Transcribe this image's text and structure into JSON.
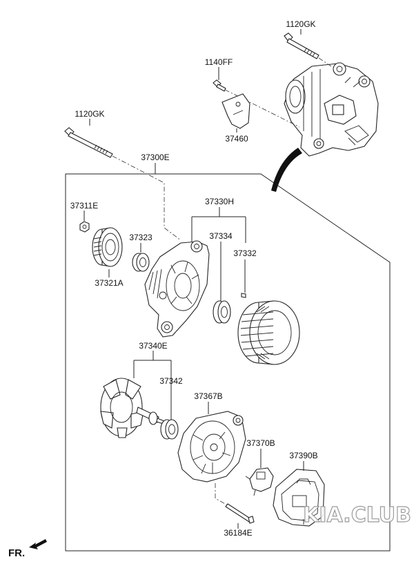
{
  "labels": {
    "p1120gk_top": "1120GK",
    "p1140ff": "1140FF",
    "p37460": "37460",
    "p1120gk_left": "1120GK",
    "p37300e": "37300E",
    "p37311e": "37311E",
    "p37330h": "37330H",
    "p37323": "37323",
    "p37334": "37334",
    "p37332": "37332",
    "p37321a": "37321A",
    "p37340e": "37340E",
    "p37342": "37342",
    "p37367b": "37367B",
    "p37370b": "37370B",
    "p37390b": "37390B",
    "p36184e": "36184E"
  },
  "direction_label": "FR.",
  "watermark": "KIA.CLUB"
}
